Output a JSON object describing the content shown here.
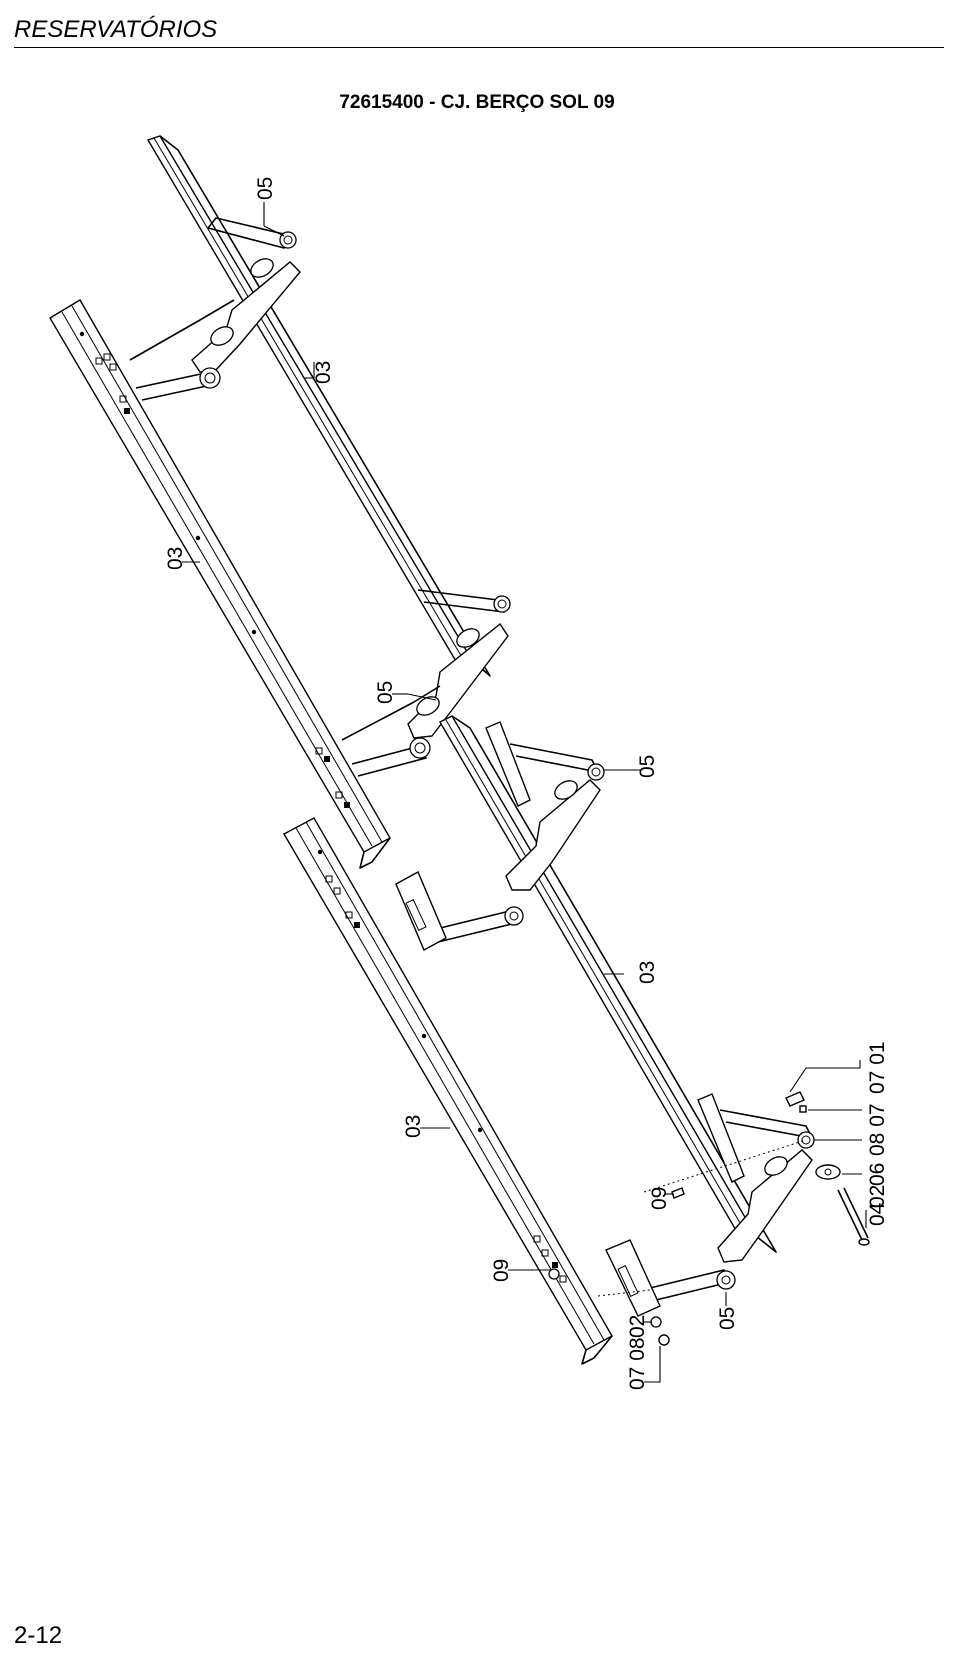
{
  "header": {
    "section": "RESERVATÓRIOS"
  },
  "title": "72615400 - CJ. BERÇO SOL 09",
  "page_number": "2-12",
  "callouts": {
    "c1": "05",
    "c2": "03",
    "c3": "03",
    "c4": "05",
    "c5": "05",
    "c6": "03",
    "c7": "07 01",
    "c8": "08 07",
    "c9": "02",
    "c10": "06",
    "c11": "04",
    "c12": "03",
    "c13": "09",
    "c14": "09",
    "c15": "05",
    "c16": "02",
    "c17": "07 08"
  }
}
